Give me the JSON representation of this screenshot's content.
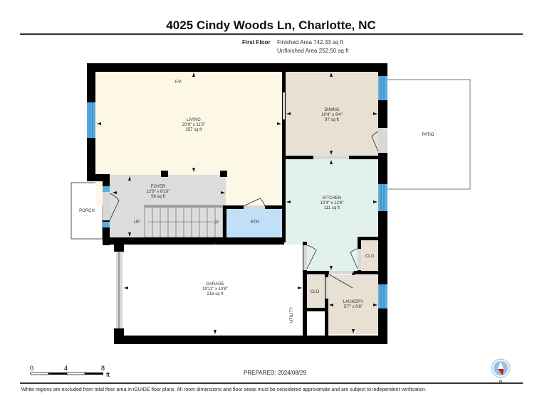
{
  "header": {
    "title": "4025 Cindy Woods Ln, Charlotte, NC",
    "floor_label": "First Floor",
    "finished_area": "Finished Area 742.33 sq ft",
    "unfinished_area": "Unfinished Area 252.50 sq ft"
  },
  "rooms": {
    "living": {
      "name": "LIVING",
      "dims": "20'9\" x 11'5\"",
      "area": "257 sq ft",
      "color": "#fdf8e6"
    },
    "dining": {
      "name": "DINING",
      "dims": "10'4\" x 9'4\"",
      "area": "97 sq ft",
      "color": "#e8e0d3"
    },
    "kitchen": {
      "name": "KITCHEN",
      "dims": "10'4\" x 12'6\"",
      "area": "111 sq ft",
      "color": "#e3f1ec"
    },
    "foyer": {
      "name": "FOYER",
      "dims": "12'9\" x 6'10\"",
      "area": "56 sq ft",
      "color": "#dcdcdc"
    },
    "bath": {
      "name": "BTH",
      "color": "#bfe0f8"
    },
    "garage": {
      "name": "GARAGE",
      "dims": "19'11\" x 10'8\"",
      "area": "218 sq ft",
      "color": "#ffffff"
    },
    "laundry": {
      "name": "LAUNDRY",
      "dims": "5'7\" x 6'8\"",
      "color": "#e8e0d3"
    },
    "closet1": {
      "name": "CLO",
      "color": "#e8e0d3"
    },
    "closet2": {
      "name": "CLO",
      "color": "#e8e0d3"
    },
    "patio": {
      "name": "PATIO"
    },
    "porch": {
      "name": "PORCH"
    }
  },
  "labels": {
    "fireplace": "F/P",
    "stairs": "UP",
    "utility": "UTILITY"
  },
  "scale": {
    "ticks": [
      "0",
      "4",
      "8"
    ],
    "unit": "ft"
  },
  "footer": {
    "prepared": "PREPARED: 2024/08/29",
    "disclaimer": "White regions are excluded from total floor area in iGUIDE floor plans. All room dimensions and floor areas must be considered approximate and are subject to independent verification.",
    "compass_label": "N"
  },
  "colors": {
    "wall": "#000000",
    "window": "#5aaee0",
    "door_opening": "#d8d8d8"
  }
}
